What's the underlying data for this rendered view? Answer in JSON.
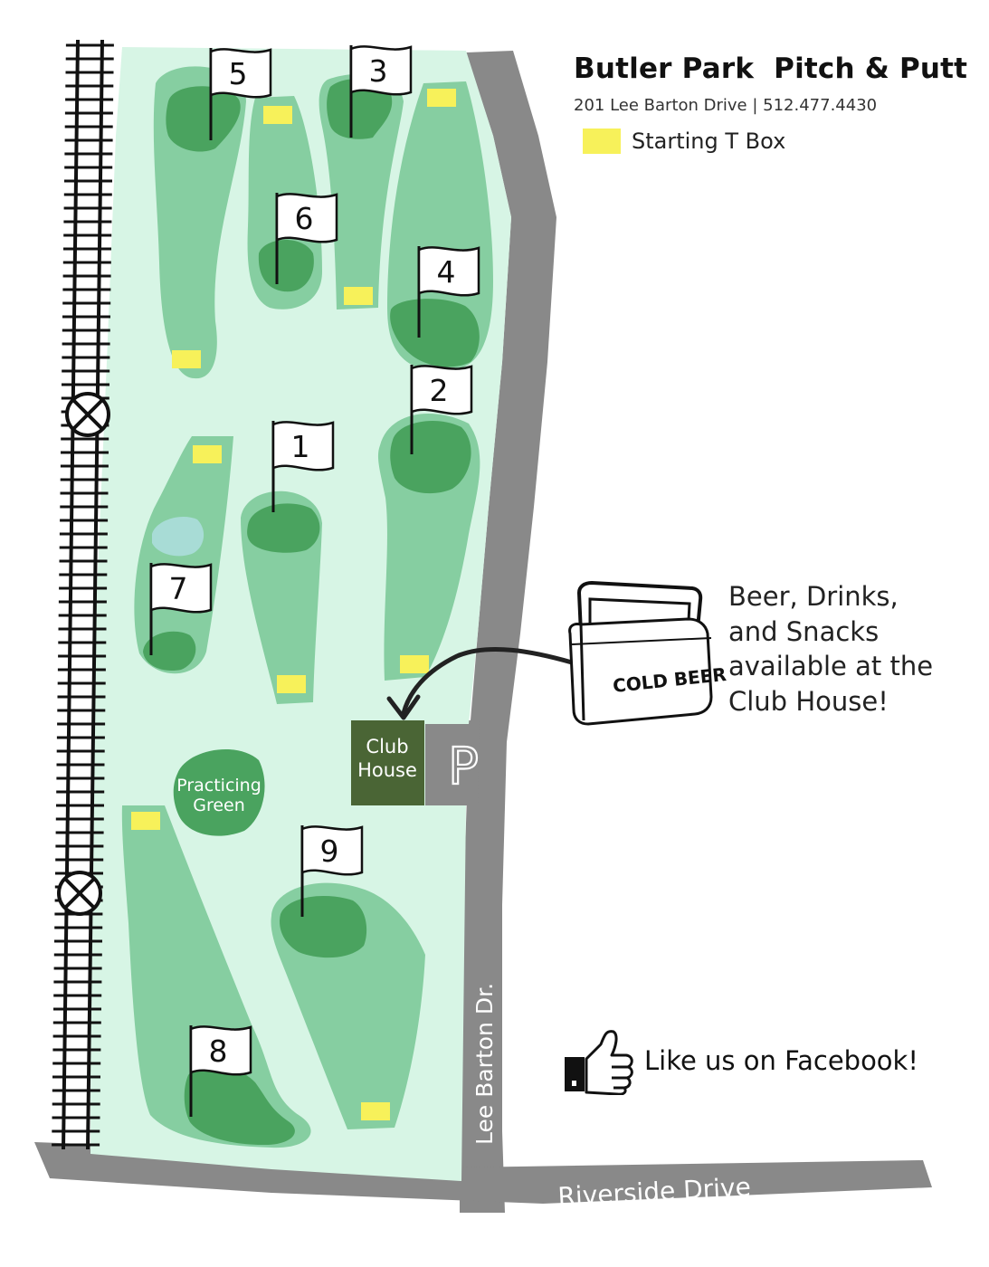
{
  "header": {
    "title": "Butler Park  Pitch & Putt",
    "address": "201 Lee Barton Drive | 512.477.4430"
  },
  "legend": {
    "label": "Starting T Box"
  },
  "holes": [
    {
      "number": "1"
    },
    {
      "number": "2"
    },
    {
      "number": "3"
    },
    {
      "number": "4"
    },
    {
      "number": "5"
    },
    {
      "number": "6"
    },
    {
      "number": "7"
    },
    {
      "number": "8"
    },
    {
      "number": "9"
    }
  ],
  "labels": {
    "practice_line1": "Practicing",
    "practice_line2": "Green",
    "club_line1": "Club",
    "club_line2": "House",
    "parking": "P",
    "street_lee": "Lee Barton Dr.",
    "street_riverside": "Riverside Drive",
    "cooler": "COLD BEER"
  },
  "beer_text": {
    "line1": "Beer, Drinks,",
    "line2": "and Snacks",
    "line3": "available at the",
    "line4": "Club House!"
  },
  "facebook": {
    "label": "Like us on Facebook!",
    "icon": "thumbs-up-icon"
  },
  "colors": {
    "park": "#d7f5e5",
    "fairway": "#86cea1",
    "green": "#4aa35f",
    "tee": "#f7f15a",
    "water": "#a8dcd6",
    "clubhouse": "#4a6535",
    "road": "#898989"
  }
}
